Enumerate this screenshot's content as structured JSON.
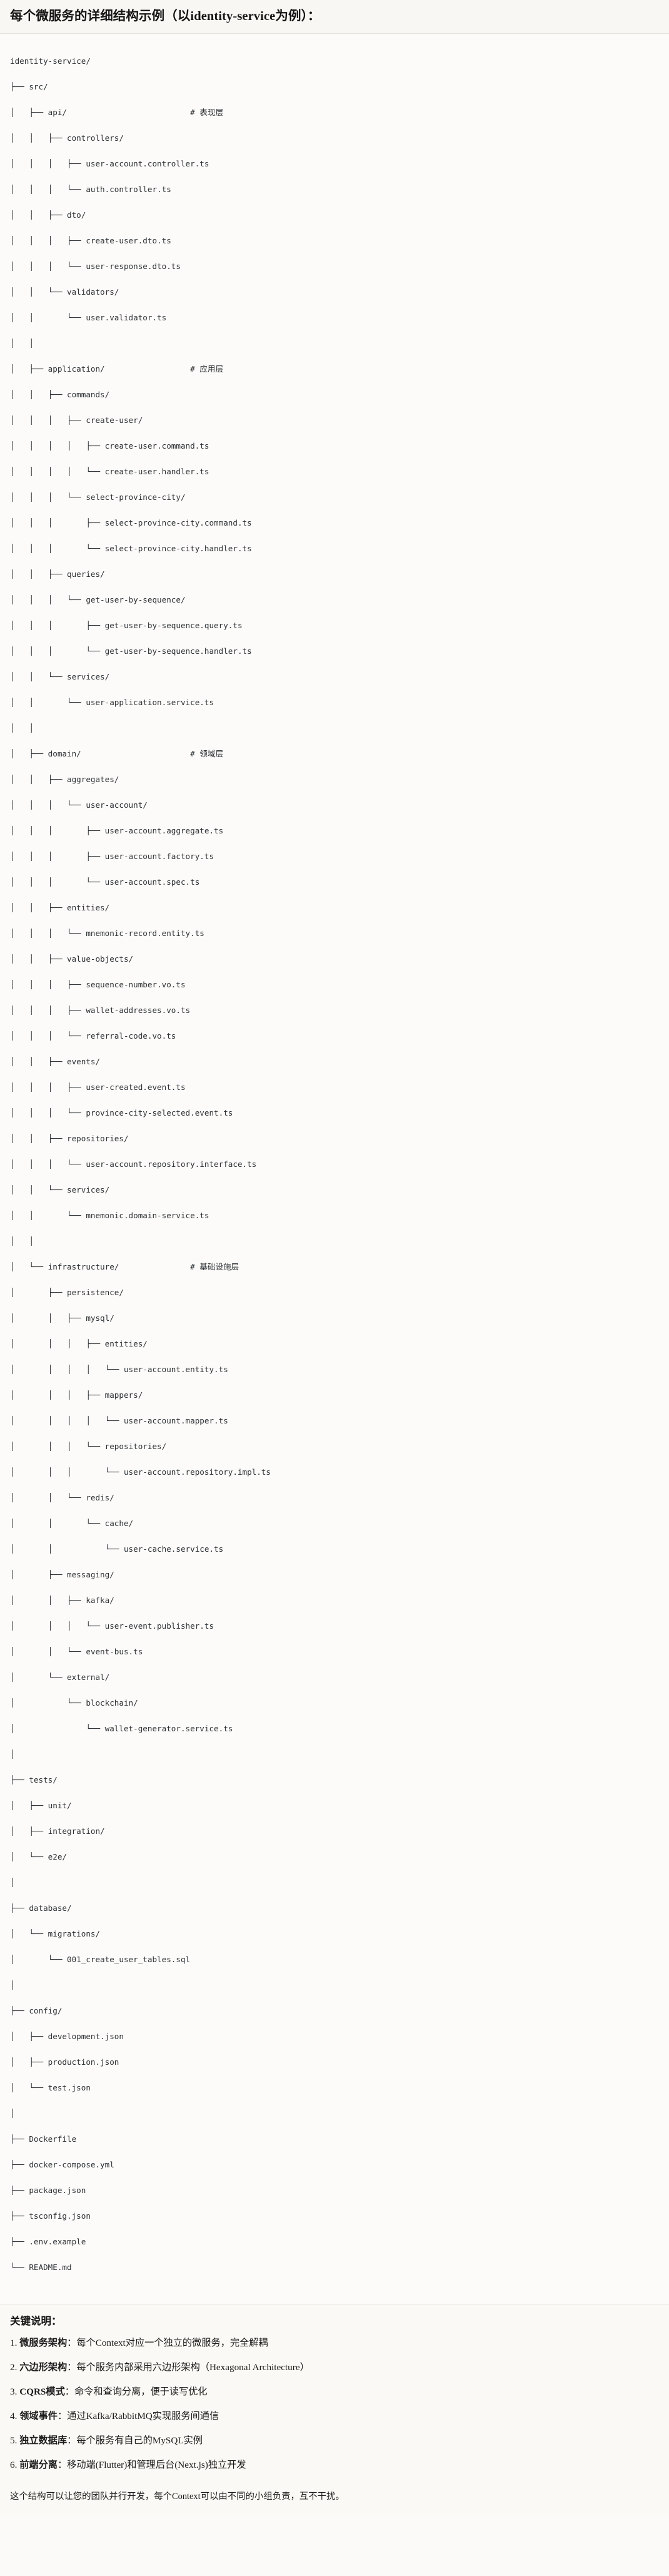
{
  "header": {
    "title": "每个微服务的详细结构示例（以identity-service为例）："
  },
  "tree": {
    "lines": [
      "identity-service/",
      "├── src/",
      "│   ├── api/                          # 表现层",
      "│   │   ├── controllers/",
      "│   │   │   ├── user-account.controller.ts",
      "│   │   │   └── auth.controller.ts",
      "│   │   ├── dto/",
      "│   │   │   ├── create-user.dto.ts",
      "│   │   │   └── user-response.dto.ts",
      "│   │   └── validators/",
      "│   │       └── user.validator.ts",
      "│   │",
      "│   ├── application/                  # 应用层",
      "│   │   ├── commands/",
      "│   │   │   ├── create-user/",
      "│   │   │   │   ├── create-user.command.ts",
      "│   │   │   │   └── create-user.handler.ts",
      "│   │   │   └── select-province-city/",
      "│   │   │       ├── select-province-city.command.ts",
      "│   │   │       └── select-province-city.handler.ts",
      "│   │   ├── queries/",
      "│   │   │   └── get-user-by-sequence/",
      "│   │   │       ├── get-user-by-sequence.query.ts",
      "│   │   │       └── get-user-by-sequence.handler.ts",
      "│   │   └── services/",
      "│   │       └── user-application.service.ts",
      "│   │",
      "│   ├── domain/                       # 领域层",
      "│   │   ├── aggregates/",
      "│   │   │   └── user-account/",
      "│   │   │       ├── user-account.aggregate.ts",
      "│   │   │       ├── user-account.factory.ts",
      "│   │   │       └── user-account.spec.ts",
      "│   │   ├── entities/",
      "│   │   │   └── mnemonic-record.entity.ts",
      "│   │   ├── value-objects/",
      "│   │   │   ├── sequence-number.vo.ts",
      "│   │   │   ├── wallet-addresses.vo.ts",
      "│   │   │   └── referral-code.vo.ts",
      "│   │   ├── events/",
      "│   │   │   ├── user-created.event.ts",
      "│   │   │   └── province-city-selected.event.ts",
      "│   │   ├── repositories/",
      "│   │   │   └── user-account.repository.interface.ts",
      "│   │   └── services/",
      "│   │       └── mnemonic.domain-service.ts",
      "│   │",
      "│   └── infrastructure/               # 基础设施层",
      "│       ├── persistence/",
      "│       │   ├── mysql/",
      "│       │   │   ├── entities/",
      "│       │   │   │   └── user-account.entity.ts",
      "│       │   │   ├── mappers/",
      "│       │   │   │   └── user-account.mapper.ts",
      "│       │   │   └── repositories/",
      "│       │   │       └── user-account.repository.impl.ts",
      "│       │   └── redis/",
      "│       │       └── cache/",
      "│       │           └── user-cache.service.ts",
      "│       ├── messaging/",
      "│       │   ├── kafka/",
      "│       │   │   └── user-event.publisher.ts",
      "│       │   └── event-bus.ts",
      "│       └── external/",
      "│           └── blockchain/",
      "│               └── wallet-generator.service.ts",
      "│",
      "├── tests/",
      "│   ├── unit/",
      "│   ├── integration/",
      "│   └── e2e/",
      "│",
      "├── database/",
      "│   └── migrations/",
      "│       └── 001_create_user_tables.sql",
      "│",
      "├── config/",
      "│   ├── development.json",
      "│   ├── production.json",
      "│   └── test.json",
      "│",
      "├── Dockerfile",
      "├── docker-compose.yml",
      "├── package.json",
      "├── tsconfig.json",
      "├── .env.example",
      "└── README.md"
    ]
  },
  "notes": {
    "heading": "关键说明：",
    "items": [
      {
        "num": "1.",
        "key": "微服务架构",
        "sep": "：",
        "desc": "每个Context对应一个独立的微服务，完全解耦"
      },
      {
        "num": "2.",
        "key": "六边形架构",
        "sep": "：",
        "desc": "每个服务内部采用六边形架构（Hexagonal Architecture）"
      },
      {
        "num": "3.",
        "key": "CQRS模式",
        "sep": "：",
        "desc": "命令和查询分离，便于读写优化"
      },
      {
        "num": "4.",
        "key": "领域事件",
        "sep": "：",
        "desc": "通过Kafka/RabbitMQ实现服务间通信"
      },
      {
        "num": "5.",
        "key": "独立数据库",
        "sep": "：",
        "desc": "每个服务有自己的MySQL实例"
      },
      {
        "num": "6.",
        "key": "前端分离",
        "sep": "：",
        "desc": "移动端(Flutter)和管理后台(Next.js)独立开发"
      }
    ],
    "closing": "这个结构可以让您的团队并行开发，每个Context可以由不同的小组负责，互不干扰。"
  }
}
